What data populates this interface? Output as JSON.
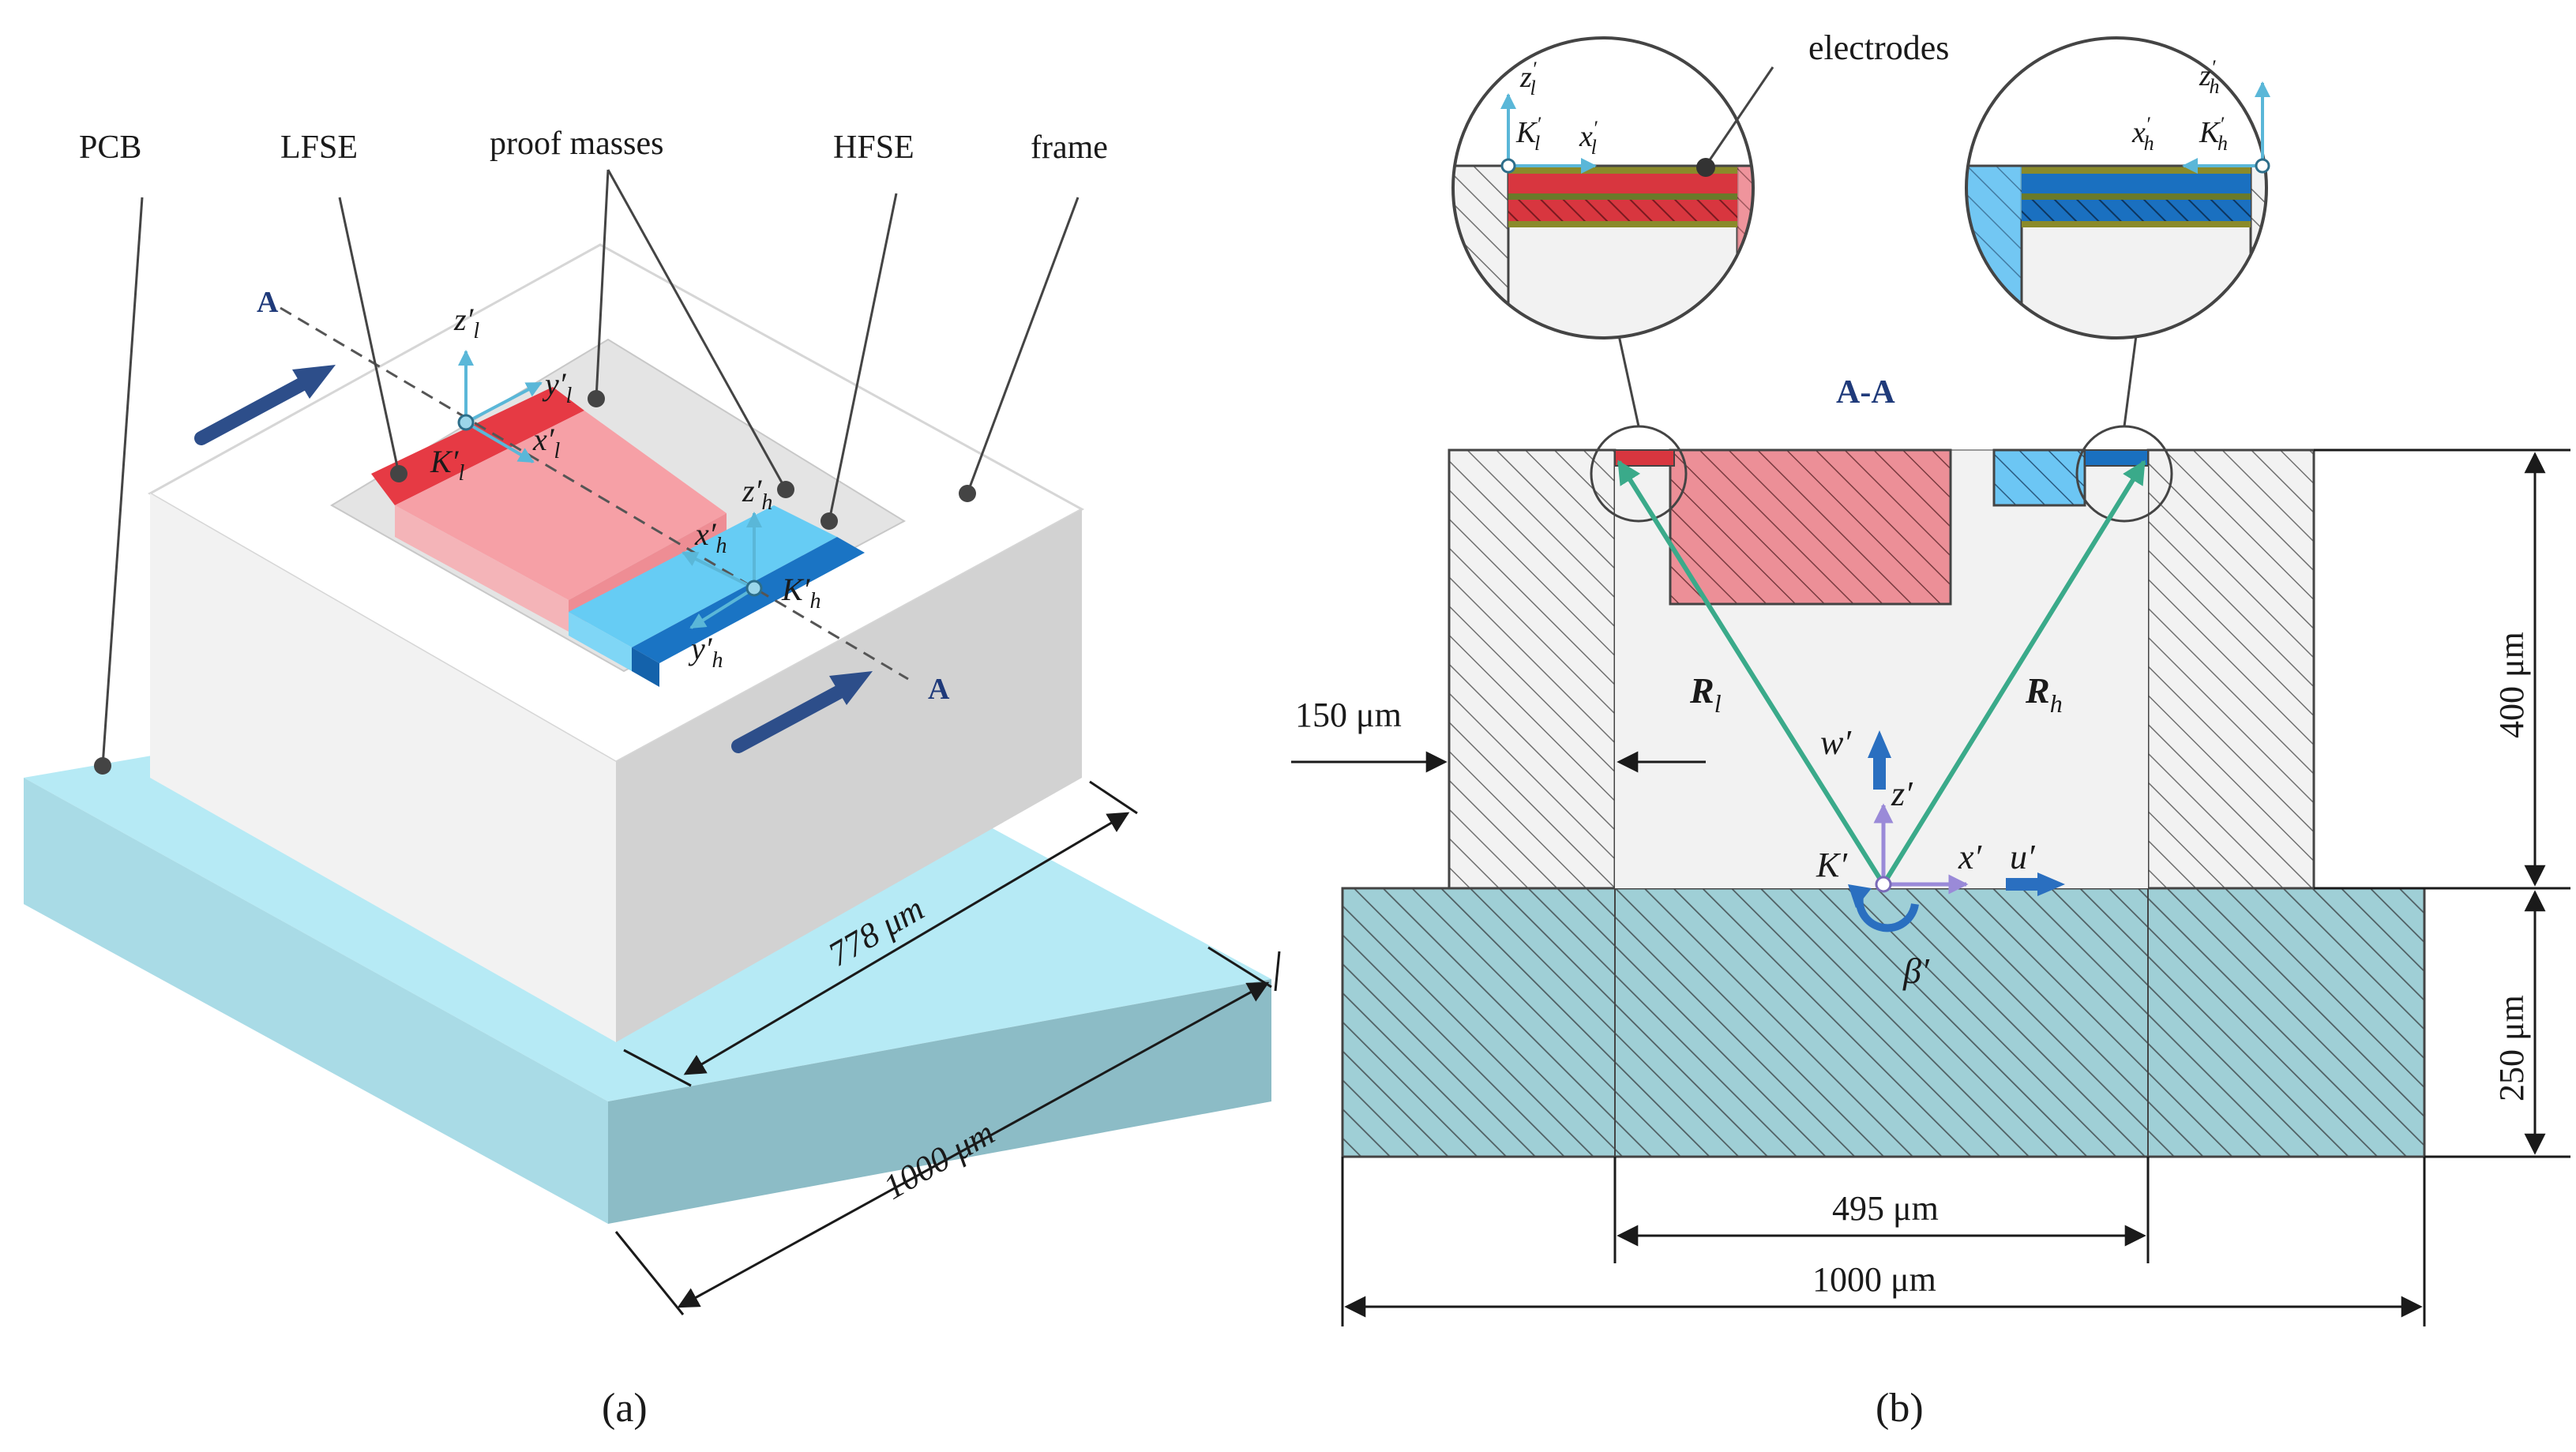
{
  "panel_a": {
    "caption": "(a)",
    "labels": {
      "pcb": "PCB",
      "lfse": "LFSE",
      "proof_masses": "proof masses",
      "hfse": "HFSE",
      "frame": "frame"
    },
    "section_mark": "A",
    "axes_l": {
      "z": "z′",
      "y": "y′",
      "x": "x′",
      "sub": "l",
      "origin": "K′"
    },
    "axes_h": {
      "z": "z′",
      "y": "y′",
      "x": "x′",
      "sub": "h",
      "origin": "K′"
    },
    "dim_frame": "778 μm",
    "dim_pcb": "1000 μm"
  },
  "panel_b": {
    "caption": "(b)",
    "section_title": "A-A",
    "electrodes": "electrodes",
    "inset_l": {
      "z": "z",
      "x": "x",
      "origin": "K",
      "sub": "l",
      "prime": "′"
    },
    "inset_h": {
      "z": "z",
      "x": "x",
      "origin": "K",
      "sub": "h",
      "prime": "′"
    },
    "vec_l": {
      "main": "R",
      "sub": "l"
    },
    "vec_h": {
      "main": "R",
      "sub": "h"
    },
    "disp": {
      "w": "w′",
      "z": "z′",
      "x": "x′",
      "u": "u′",
      "k": "K′",
      "beta": "β′"
    },
    "dim_wall": "150 μm",
    "dim_height": "400 μm",
    "dim_pcb_height": "250 μm",
    "dim_cavity": "495 μm",
    "dim_width": "1000 μm"
  },
  "colors": {
    "pcb_top": "#b6eaf5",
    "pcb_side": "#8cbcc6",
    "frame_top": "#ffffff",
    "frame_side": "#d2d2d2",
    "lfse": "#e63a44",
    "lfse_mass": "#f6a0a6",
    "hfse": "#1a74c4",
    "hfse_mass": "#66ccf4",
    "arrow": "#2d4e8a",
    "vector": "#3aaa8a"
  }
}
